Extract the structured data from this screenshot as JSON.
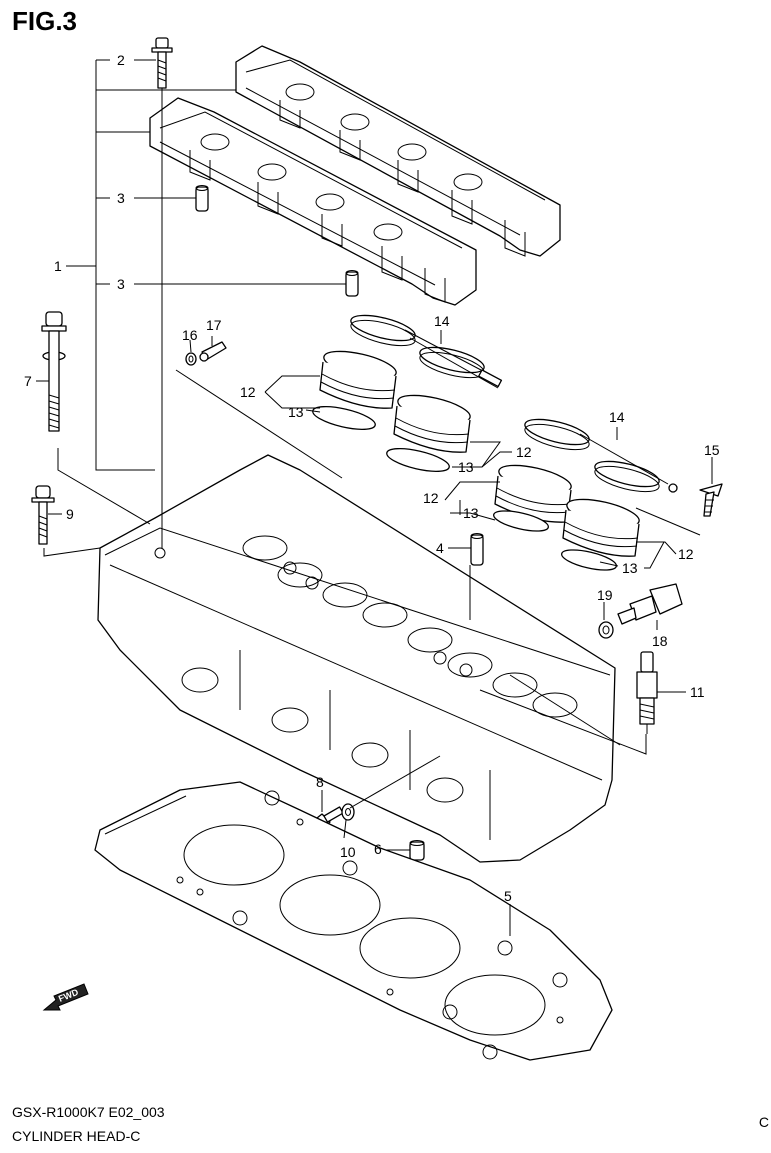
{
  "figure": {
    "title": "FIG.3"
  },
  "footer": {
    "model_code": "GSX-R1000K7 E02_003",
    "section_name": "CYLINDER HEAD-C",
    "corner_mark": "C"
  },
  "direction_arrow": {
    "label": "FWD"
  },
  "callouts": {
    "c1": "1",
    "c2": "2",
    "c3a": "3",
    "c3b": "3",
    "c4": "4",
    "c5": "5",
    "c6": "6",
    "c7": "7",
    "c8": "8",
    "c9": "9",
    "c10": "10",
    "c11": "11",
    "c12a": "12",
    "c12b": "12",
    "c12c": "12",
    "c12d": "12",
    "c13a": "13",
    "c13b": "13",
    "c13c": "13",
    "c13d": "13",
    "c14a": "14",
    "c14b": "14",
    "c15": "15",
    "c16": "16",
    "c17": "17",
    "c18": "18",
    "c19": "19"
  }
}
